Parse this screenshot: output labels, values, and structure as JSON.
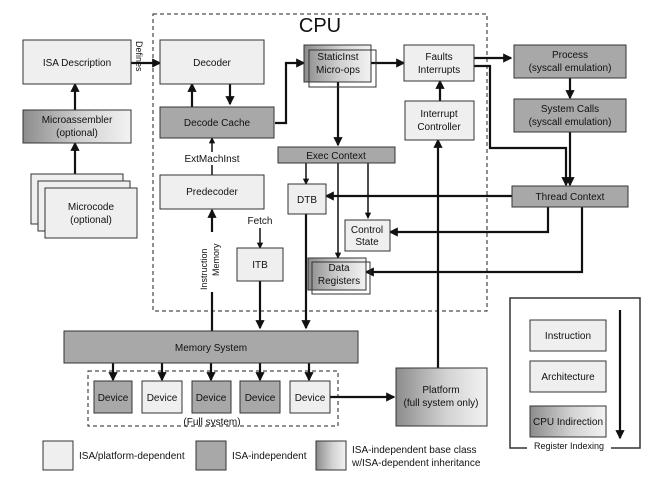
{
  "cpu_label": "CPU",
  "boxes": {
    "isa_description": "ISA Description",
    "microassembler": [
      "Microassembler",
      "(optional)"
    ],
    "microcode": [
      "Microcode",
      "(optional)"
    ],
    "decoder": "Decoder",
    "decode_cache": "Decode Cache",
    "predecoder": "Predecoder",
    "staticinst": [
      "StaticInst",
      "Micro-ops"
    ],
    "faults": [
      "Faults",
      "Interrupts"
    ],
    "interrupt_controller": [
      "Interrupt",
      "Controller"
    ],
    "exec_context": "Exec Context",
    "dtb": "DTB",
    "itb": "ITB",
    "control_state": [
      "Control",
      "State"
    ],
    "data_registers": [
      "Data",
      "Registers"
    ],
    "process": [
      "Process",
      "(syscall emulation)"
    ],
    "system_calls": [
      "System Calls",
      "(syscall emulation)"
    ],
    "thread_context": "Thread Context",
    "memory_system": "Memory System",
    "platform": [
      "Platform",
      "(full system only)"
    ],
    "devices": [
      "Device",
      "Device",
      "Device",
      "Device",
      "Device"
    ]
  },
  "edge_labels": {
    "defines": "Defines",
    "extmachinst": "ExtMachInst",
    "fetch": "Fetch",
    "instruction_memory": [
      "Instruction",
      "Memory"
    ],
    "full_system": "(Full system)"
  },
  "legend": {
    "isa_dependent": "ISA/platform-dependent",
    "isa_independent": "ISA-independent",
    "base_class": [
      "ISA-independent base class",
      "w/ISA-dependent inheritance"
    ]
  },
  "indexing": {
    "items": [
      "Instruction",
      "Architecture",
      "CPU Indirection"
    ],
    "caption": "Register Indexing"
  }
}
